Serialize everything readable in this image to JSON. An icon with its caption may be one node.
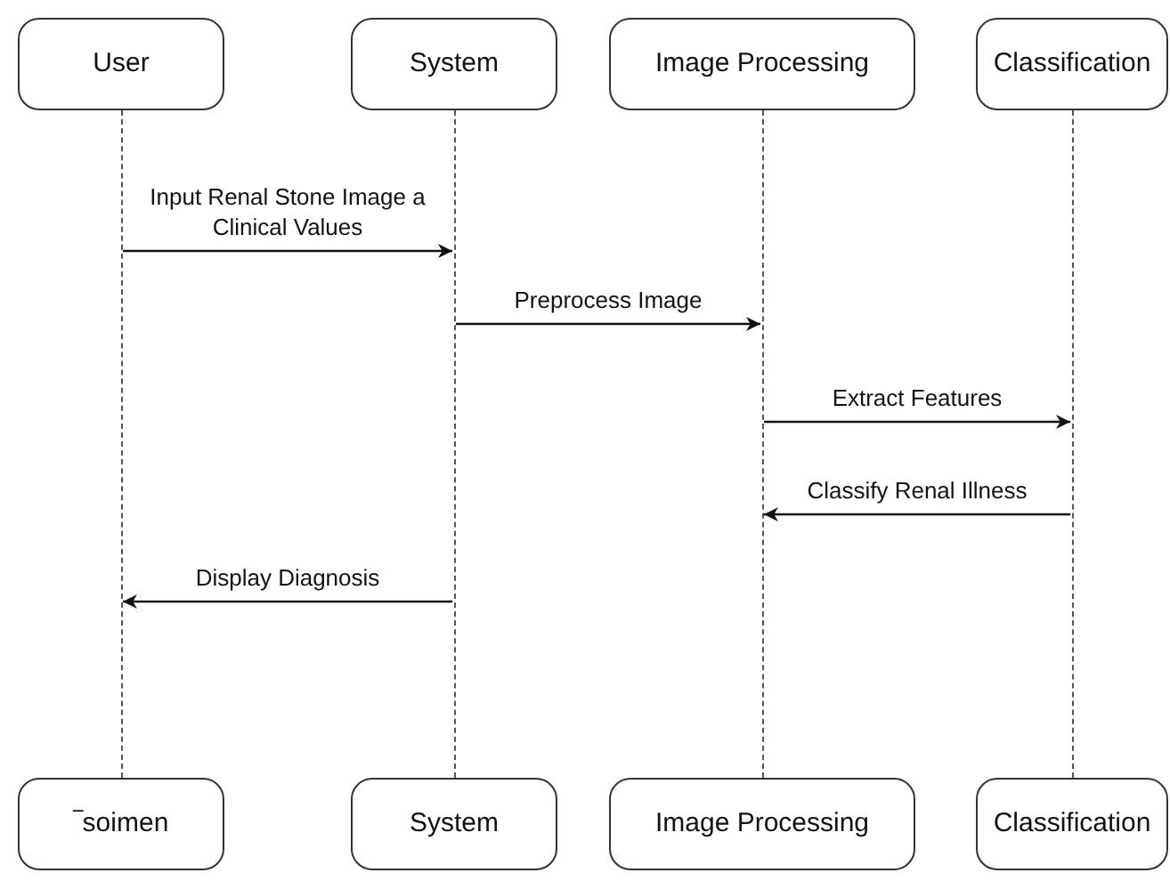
{
  "diagram": {
    "nodes": [
      {
        "text": [
          "User"
        ]
      },
      {
        "text": [
          "System"
        ]
      },
      {
        "text": [
          "Image Processing"
        ]
      },
      {
        "text": [
          "Classification"
        ]
      },
      {
        "text": [],
        "shape": "line"
      },
      {
        "text": [],
        "shape": "line"
      },
      {
        "text": [],
        "shape": "line"
      },
      {
        "text": [],
        "shape": "line"
      },
      {
        "text": [
          "‾soimen"
        ]
      },
      {
        "text": [
          "System"
        ]
      },
      {
        "text": [
          "Image Processing"
        ]
      },
      {
        "text": [
          "Classification"
        ]
      }
    ],
    "edges": [
      {
        "from": 4,
        "to": 5,
        "arrow": "to",
        "label": "Input Renal Stone Image a Clinical Values"
      },
      {
        "from": 5,
        "to": 6,
        "arrow": "to",
        "label": "Preprocess Image"
      },
      {
        "from": 6,
        "to": 7,
        "arrow": "to",
        "label": "Extract Features"
      },
      {
        "from": 7,
        "to": 6,
        "arrow": "to",
        "label": "Classify Renal Illness"
      },
      {
        "from": 5,
        "to": 4,
        "arrow": "to",
        "label": "Display Diagnosis"
      }
    ]
  }
}
